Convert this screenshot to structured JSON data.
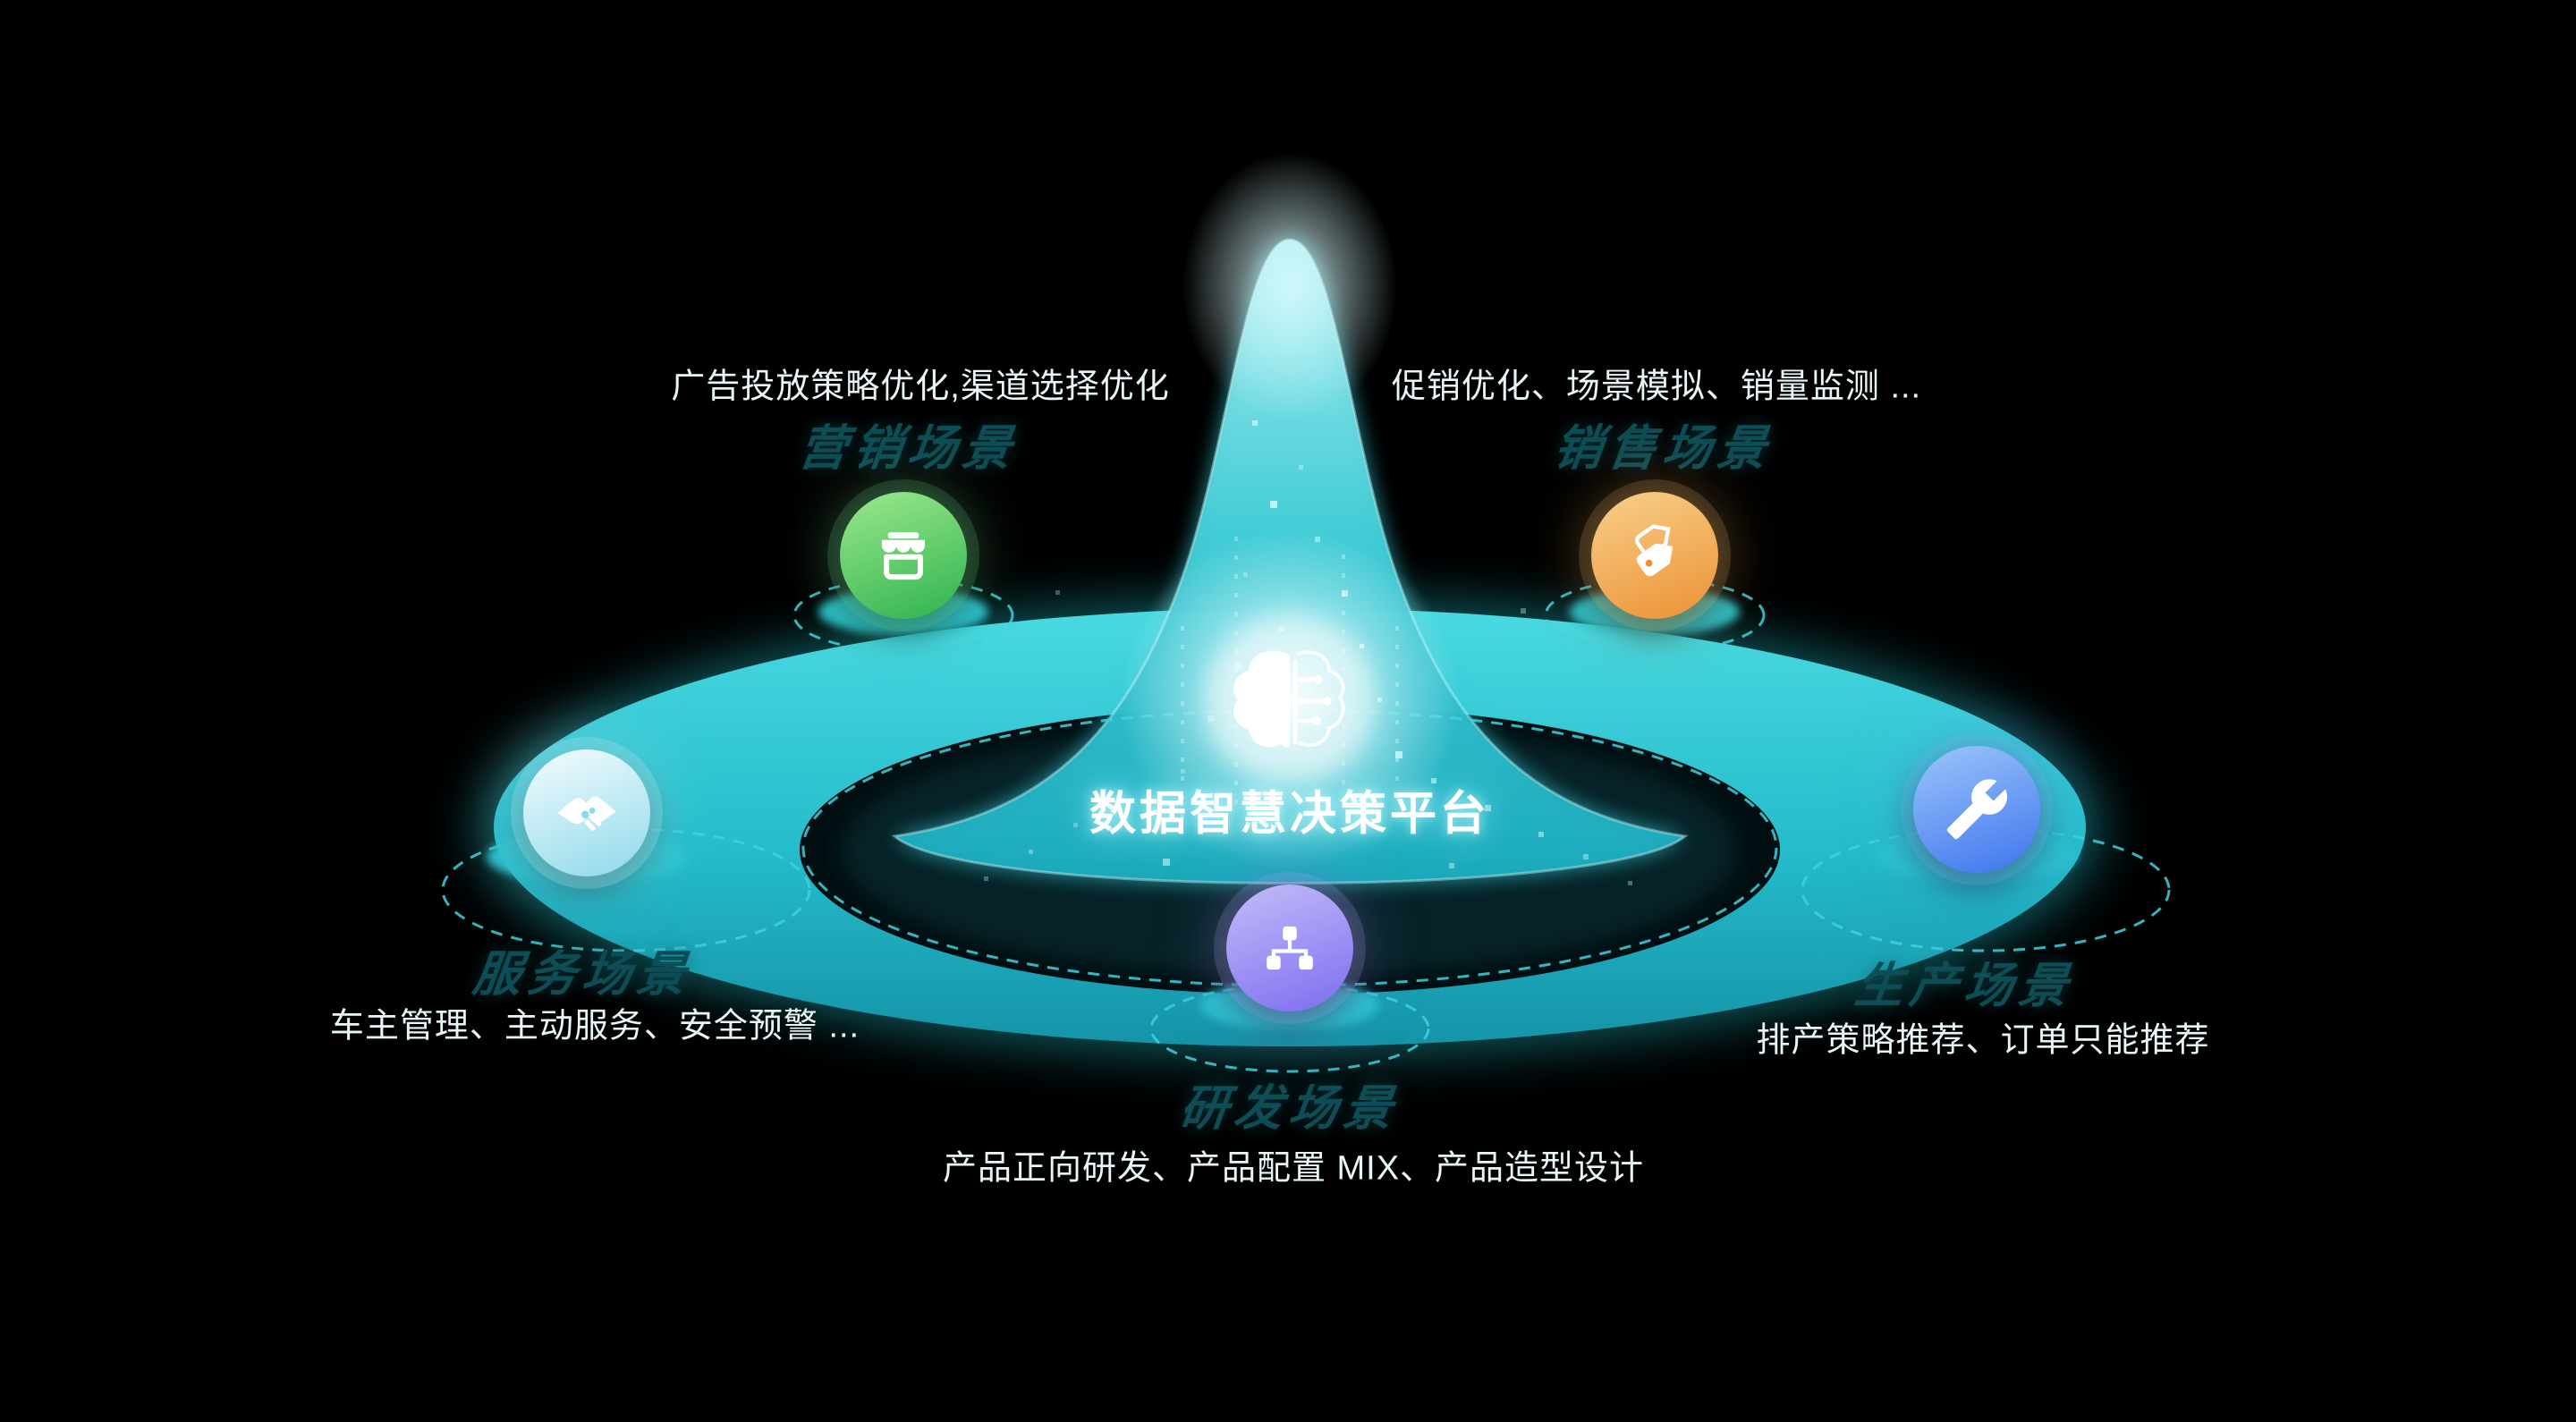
{
  "title": "数据智慧决策平台",
  "center": {
    "icon": "brain-circuit-icon"
  },
  "scenarios": [
    {
      "id": "marketing",
      "label": "营销场景",
      "description": "广告投放策略优化,渠道选择优化",
      "icon": "storefront-icon",
      "gradient_from": "#9be98c",
      "gradient_to": "#2fb24f"
    },
    {
      "id": "sales",
      "label": "销售场景",
      "description": "促销优化、场景模拟、销量监测 ...",
      "icon": "price-tags-icon",
      "gradient_from": "#f8d08a",
      "gradient_to": "#ec9134"
    },
    {
      "id": "service",
      "label": "服务场景",
      "description": "车主管理、主动服务、安全预警 ...",
      "icon": "handshake-icon",
      "gradient_from": "#f4fcfe",
      "gradient_to": "#8ed9ea"
    },
    {
      "id": "production",
      "label": "生产场景",
      "description": "排产策略推荐、订单只能推荐",
      "icon": "wrench-icon",
      "gradient_from": "#9cc6fa",
      "gradient_to": "#3e74ee"
    },
    {
      "id": "rnd",
      "label": "研发场景",
      "description": "产品正向研发、产品配置 MIX、产品造型设计",
      "icon": "hierarchy-icon",
      "gradient_from": "#c3bdf8",
      "gradient_to": "#7e6cf0"
    }
  ],
  "colors": {
    "background": "#000000",
    "platform_teal": "#2cc4d0",
    "glow_cyan": "#52e0e8",
    "ghost_label": "#0d4d55",
    "text": "#e9f6f7"
  }
}
